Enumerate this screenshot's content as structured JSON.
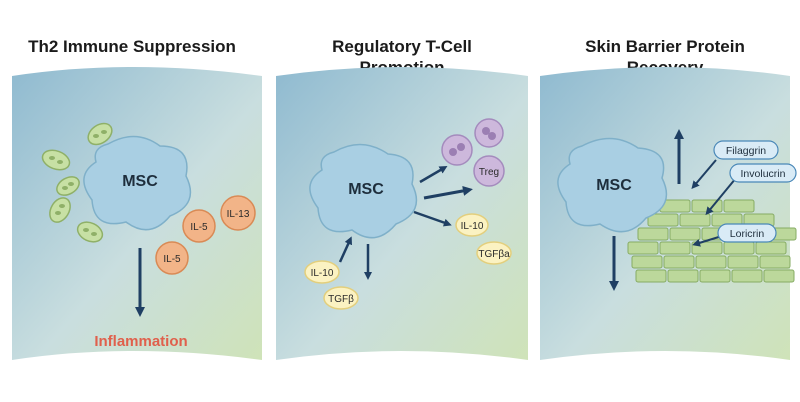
{
  "panels": [
    {
      "title_line1": "Th2 Immune Suppression",
      "title_line2": "",
      "msc_label": "MSC",
      "cytokines": [
        "IL-5",
        "IL-13",
        "IL-5"
      ],
      "outcome_label": "Inflammation"
    },
    {
      "title_line1": "Regulatory T-Cell",
      "title_line2": "Promotion",
      "msc_label": "MSC",
      "treg_label": "Treg",
      "outputs": [
        "IL-10",
        "TGFβa"
      ],
      "inputs": [
        "IL-10",
        "TGFβ"
      ]
    },
    {
      "title_line1": "Skin Barrier Protein",
      "title_line2": "Recovery",
      "msc_label": "MSC",
      "proteins": [
        "Filaggrin",
        "Involucrin",
        "Loricrin"
      ]
    }
  ],
  "colors": {
    "panel_top": "#9fc4d6",
    "panel_bottom": "#cfe3bf",
    "msc_fill": "#a9cfe3",
    "arrow": "#1f3f63",
    "cytokine_fill": "#f2b488",
    "cytokine_stroke": "#d98a55",
    "yellow_fill": "#fbf2c2",
    "yellow_stroke": "#e3cf7d",
    "purple_fill": "#cdb8dc",
    "green_cell": "#bcd89b",
    "green_cell_stroke": "#86ab63",
    "protein_fill": "#d9ebf6",
    "protein_stroke": "#4a88b8",
    "inflammation_text": "#e0604c"
  }
}
